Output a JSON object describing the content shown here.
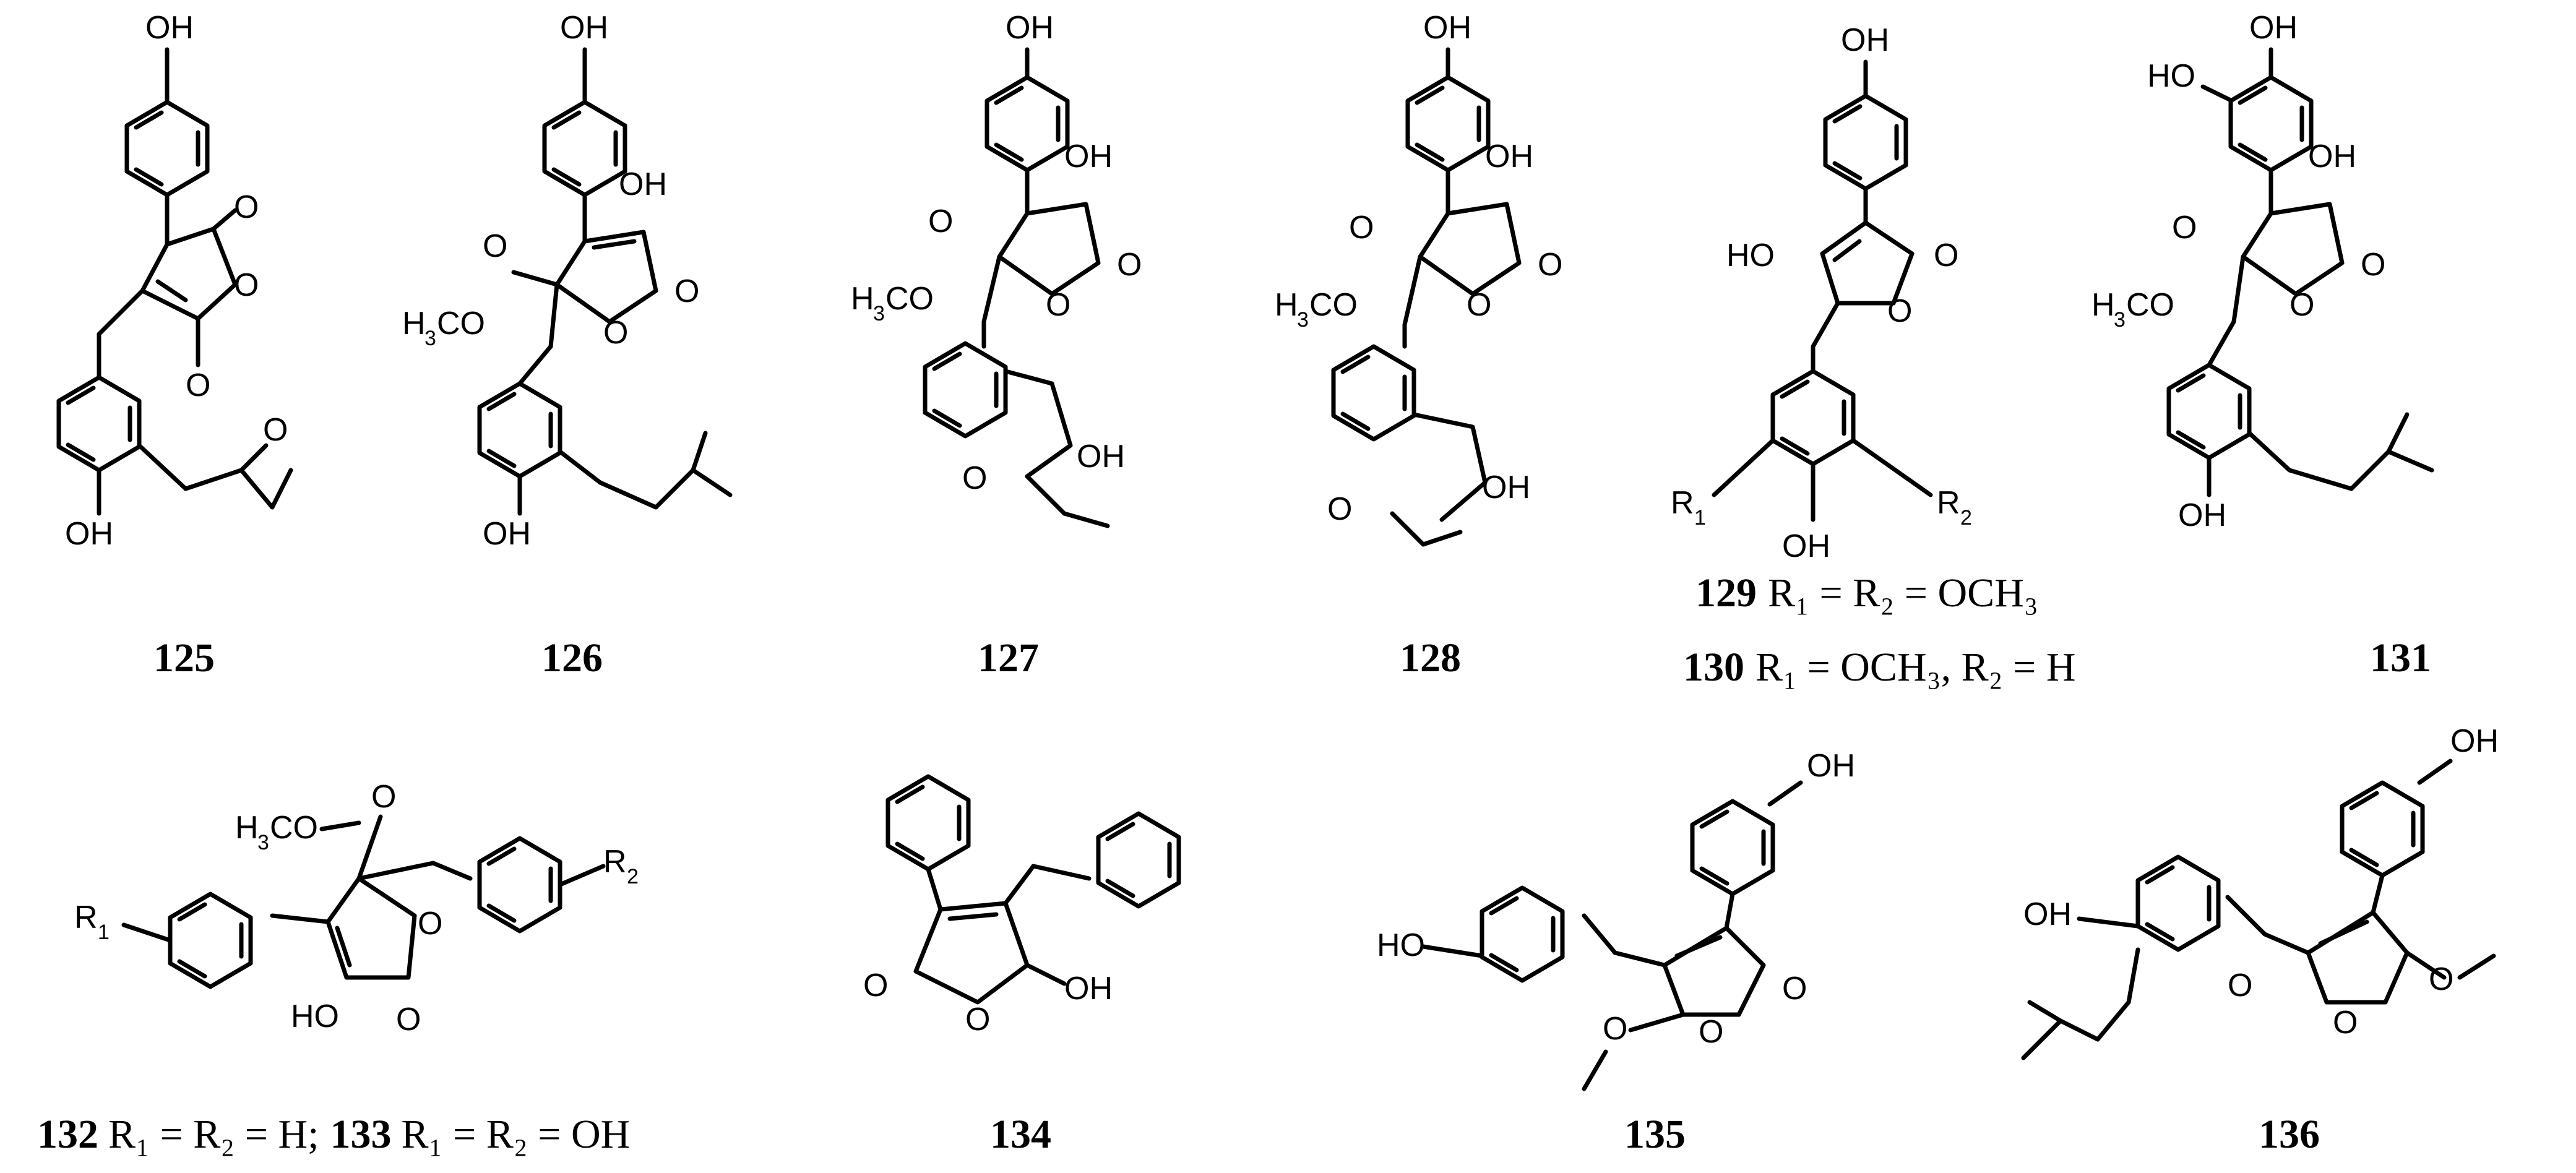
{
  "compounds": {
    "c125": {
      "id": "125"
    },
    "c126": {
      "id": "126"
    },
    "c127": {
      "id": "127"
    },
    "c128": {
      "id": "128"
    },
    "c129_130": {
      "line1_id": "129",
      "line1_rest": "R₁ = R₂ = OCH₃",
      "line2_id": "130",
      "line2_rest": "R₁ = OCH₃, R₂ = H"
    },
    "c131": {
      "id": "131"
    },
    "c132_133": {
      "id1": "132",
      "rest1": "R₁ = R₂ = H;",
      "id2": "133",
      "rest2": "R₁ = R₂ = OH"
    },
    "c134": {
      "id": "134"
    },
    "c135": {
      "id": "135"
    },
    "c136": {
      "id": "136"
    }
  },
  "atom_labels": {
    "oh": "OH",
    "ho": "HO",
    "o": "O",
    "h3co_h": "H",
    "h3co_3": "3",
    "h3co_co": "CO",
    "r": "R",
    "r1_sub": "1",
    "r2_sub": "2"
  }
}
